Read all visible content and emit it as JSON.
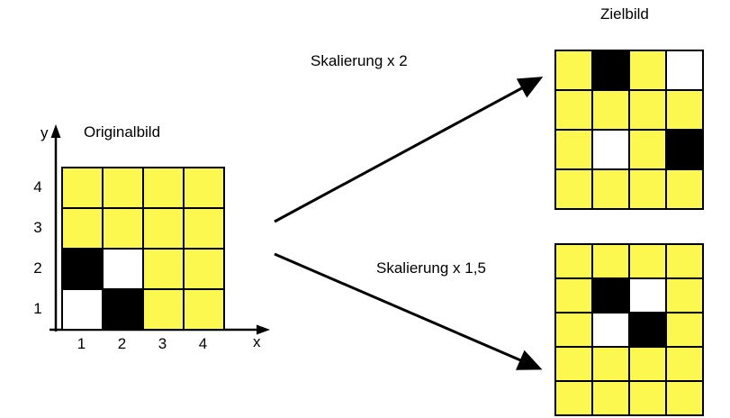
{
  "colors": {
    "yellow": "#FDF84F",
    "black": "#000000",
    "white": "#FFFFFF"
  },
  "original": {
    "title": "Originalbild",
    "y_axis_label": "y",
    "x_axis_label": "x",
    "y_ticks": [
      "4",
      "3",
      "2",
      "1"
    ],
    "x_ticks": [
      "1",
      "2",
      "3",
      "4"
    ],
    "grid": [
      [
        "yellow",
        "yellow",
        "yellow",
        "yellow"
      ],
      [
        "yellow",
        "yellow",
        "yellow",
        "yellow"
      ],
      [
        "black",
        "white",
        "yellow",
        "yellow"
      ],
      [
        "white",
        "black",
        "yellow",
        "yellow"
      ]
    ]
  },
  "arrows": {
    "scale2_label": "Skalierung x 2",
    "scale15_label": "Skalierung x 1,5"
  },
  "target": {
    "title": "Zielbild",
    "scale2_grid": [
      [
        "yellow",
        "black",
        "yellow",
        "white"
      ],
      [
        "yellow",
        "yellow",
        "yellow",
        "yellow"
      ],
      [
        "yellow",
        "white",
        "yellow",
        "black"
      ],
      [
        "yellow",
        "yellow",
        "yellow",
        "yellow"
      ]
    ],
    "scale15_grid": [
      [
        "yellow",
        "yellow",
        "yellow",
        "yellow"
      ],
      [
        "yellow",
        "black",
        "white",
        "yellow"
      ],
      [
        "yellow",
        "white",
        "black",
        "yellow"
      ],
      [
        "yellow",
        "yellow",
        "yellow",
        "yellow"
      ],
      [
        "yellow",
        "yellow",
        "yellow",
        "yellow"
      ]
    ]
  }
}
